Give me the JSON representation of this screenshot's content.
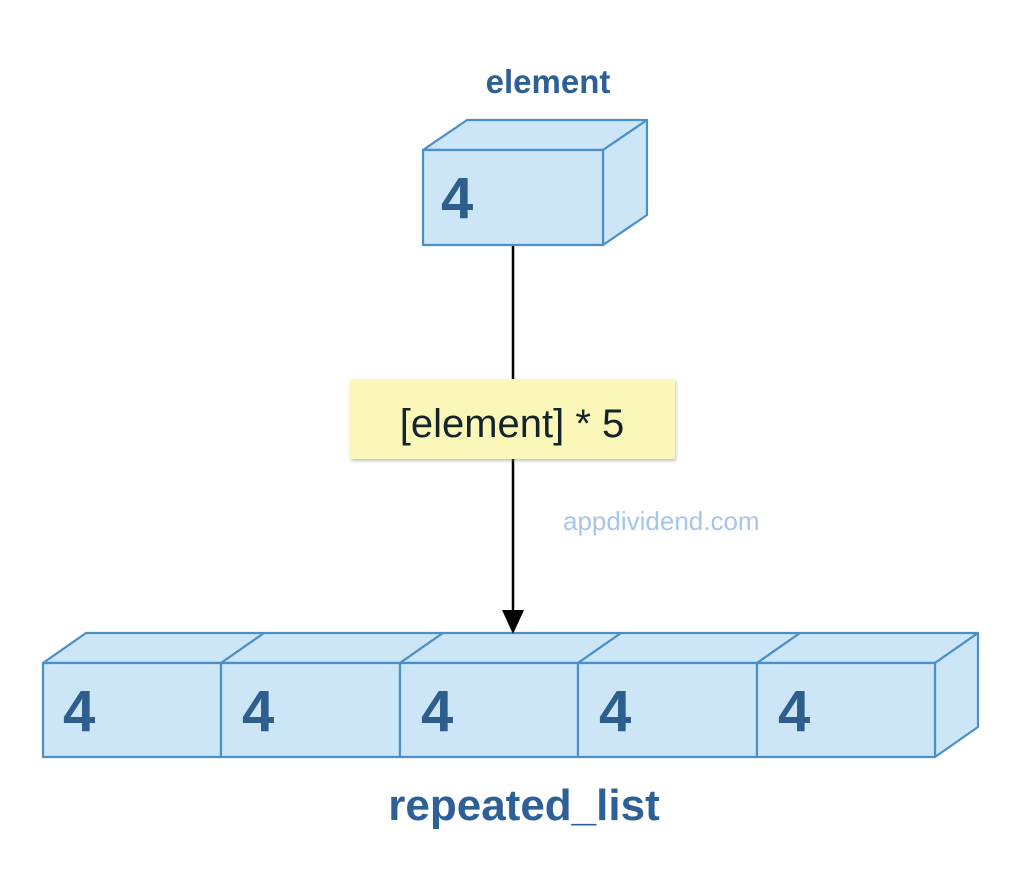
{
  "page": {
    "background": "#ffffff"
  },
  "element_box": {
    "title": "element",
    "value": "4"
  },
  "operation": {
    "label": "[element] * 5"
  },
  "watermark": {
    "text": "appdividend.com"
  },
  "repeated_list": {
    "title": "repeated_list",
    "values": [
      "4",
      "4",
      "4",
      "4",
      "4"
    ]
  },
  "colors": {
    "page_bg": "#ffffff",
    "box_fill": "#cde6f7",
    "box_stroke": "#4a90c6",
    "value_text": "#2d5e8c",
    "title_text": "#2d6096",
    "note_bg": "#faf7b8",
    "note_text": "#15232b",
    "watermark_text": "#a5c6e9",
    "arrow": "#000000"
  }
}
